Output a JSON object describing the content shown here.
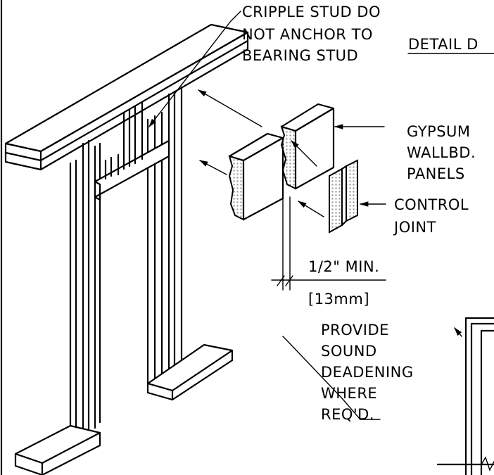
{
  "notes": {
    "cripple_stud": [
      "CRIPPLE STUD DO",
      "NOT ANCHOR TO",
      "BEARING STUD"
    ],
    "detail_title": "DETAIL D",
    "gypsum": [
      "GYPSUM",
      "WALLBD.",
      "PANELS"
    ],
    "control_joint": [
      "CONTROL",
      "JOINT"
    ],
    "dimension_imperial": "1/2\" MIN.",
    "dimension_metric": "[13mm]",
    "sound_deadening": [
      "PROVIDE",
      "SOUND",
      "DEADENING",
      "WHERE",
      "REQ'D."
    ]
  },
  "colors": {
    "line": "#000000",
    "background": "#ffffff",
    "hatch_fill": "#b5b5b5"
  }
}
